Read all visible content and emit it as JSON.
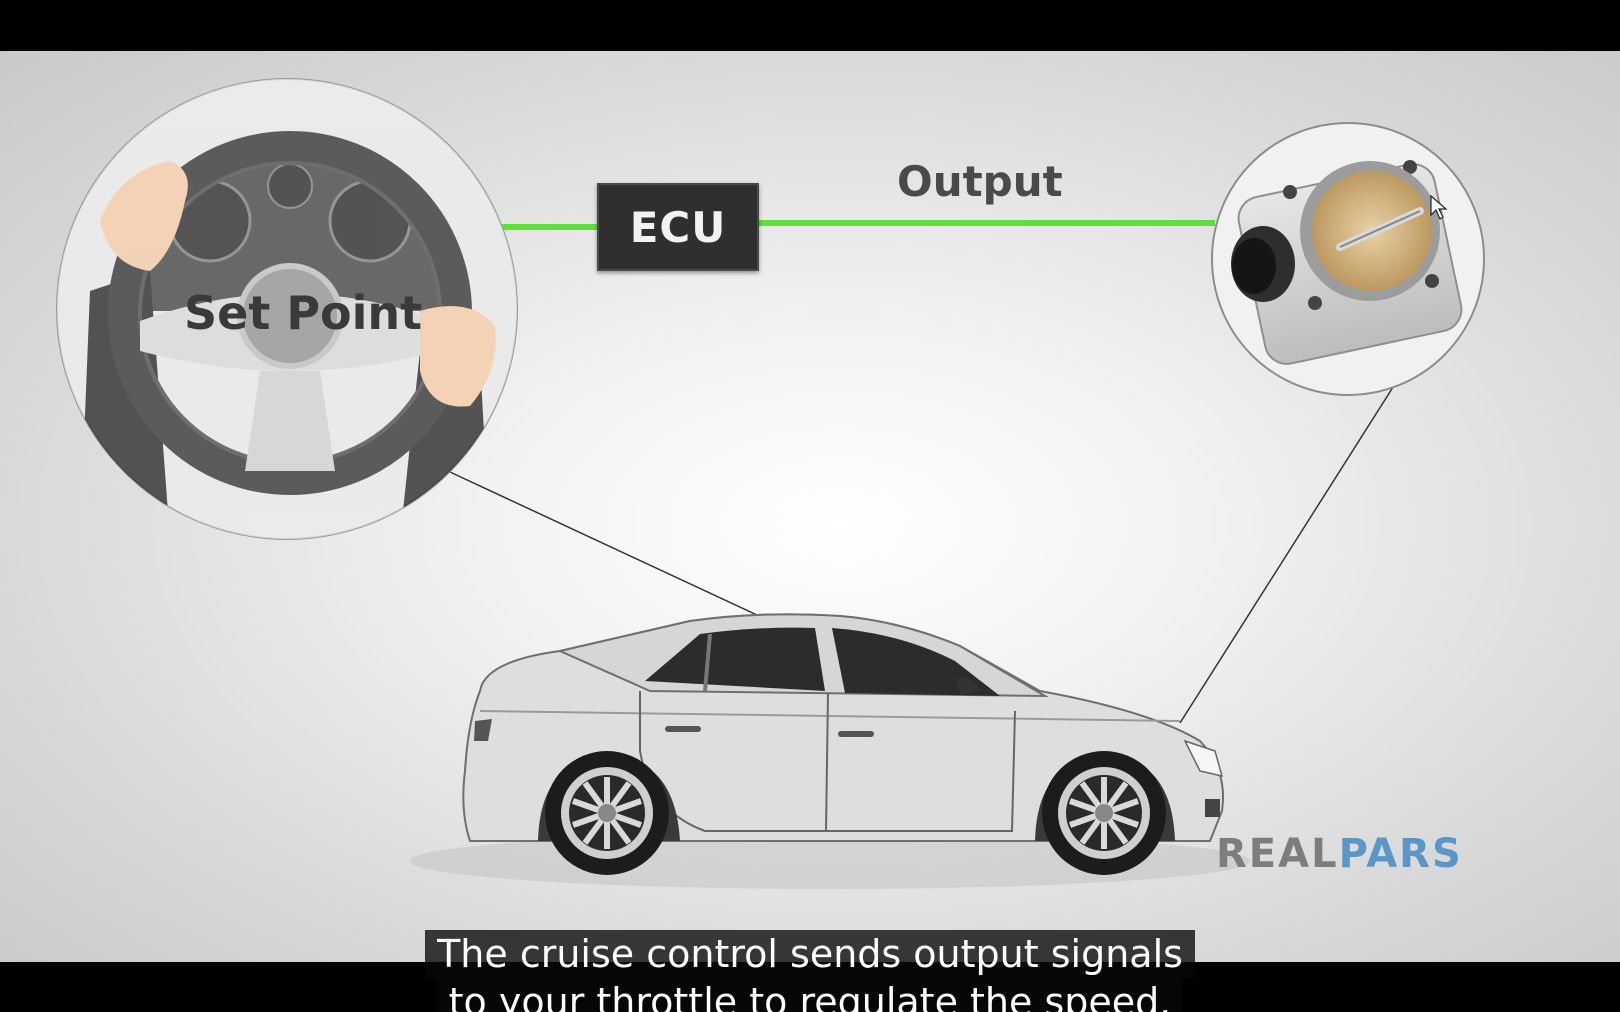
{
  "diagram": {
    "ecu_label": "ECU",
    "output_label": "Output",
    "set_point_label": "Set Point"
  },
  "logo": {
    "part1": "REAL",
    "part2": "PARS",
    "colors": {
      "part1": "#7d7d7d",
      "part2": "#5a96c8"
    }
  },
  "captions": {
    "line1": "The cruise control sends output signals",
    "line2": "to your throttle to regulate the speed."
  },
  "colors": {
    "signal_line": "#5ee03a",
    "ecu_box": "#2f2f2f",
    "background": "#e8e8e8"
  },
  "icons": [
    "steering-wheel-illustration",
    "throttle-body-illustration",
    "car-illustration",
    "mouse-cursor-icon"
  ]
}
